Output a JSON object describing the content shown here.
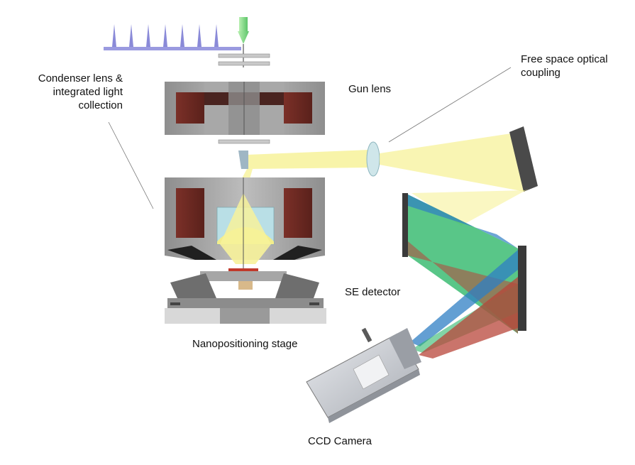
{
  "labels": {
    "condenser": "Condenser lens &\nintegrated light\ncollection",
    "gun_lens": "Gun lens",
    "free_space": "Free space optical\ncoupling",
    "se_detector": "SE detector",
    "nanopositioning": "Nanopositioning stage",
    "ccd_camera": "CCD Camera"
  },
  "colors": {
    "coil": "#6e2a22",
    "housing": "#9a9a9a",
    "light": "#f7f29a",
    "beam_green": "#2fb86a",
    "beam_blue": "#2f7fc4",
    "beam_red": "#b8463a",
    "pulse": "#8a8ad8",
    "tip": "#88e08a"
  }
}
